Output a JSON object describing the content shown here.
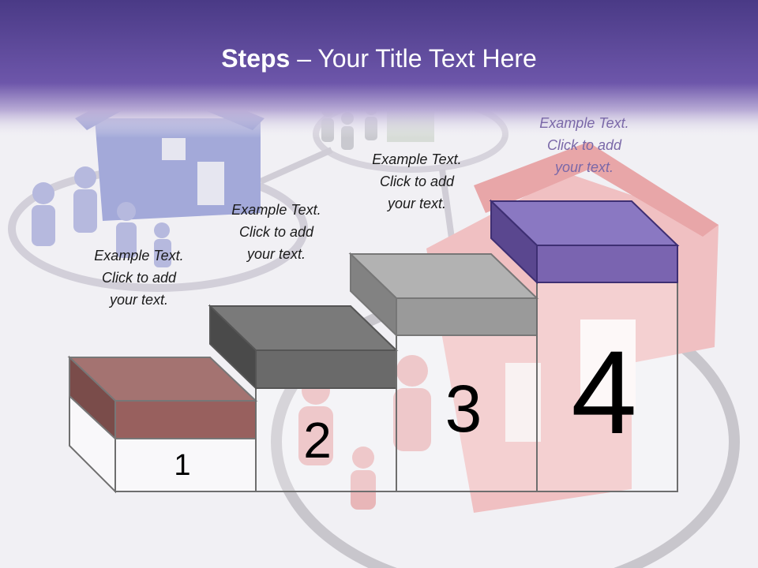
{
  "slide": {
    "title_bold": "Steps",
    "title_rest": " – Your Title Text Here",
    "steps": [
      {
        "number": "1",
        "line1": "Example Text.",
        "line2": "Click  to add",
        "line3": "your text."
      },
      {
        "number": "2",
        "line1": "Example Text.",
        "line2": "Click  to add",
        "line3": "your text."
      },
      {
        "number": "3",
        "line1": "Example Text.",
        "line2": "Click  to add",
        "line3": "your text."
      },
      {
        "number": "4",
        "line1": "Example Text.",
        "line2": "Click  to add",
        "line3": "your text."
      }
    ]
  },
  "colors": {
    "header": "#5b4794",
    "step1": "#98605e",
    "step2": "#6a6a6a",
    "step3": "#9a9a9a",
    "step4": "#7a64b0",
    "last_caption": "#7a68a8"
  }
}
